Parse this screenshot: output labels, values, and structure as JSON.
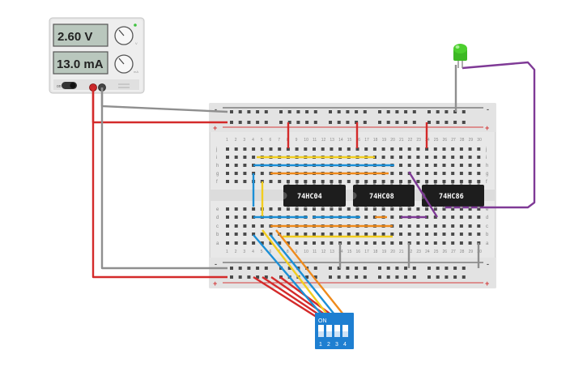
{
  "power_supply": {
    "voltage_display": "2.60 V",
    "current_display": "13.0 mA",
    "on_label": "on",
    "voltage_knob_label": "V",
    "current_knob_label": "mA"
  },
  "chips": [
    {
      "label": "74HC04"
    },
    {
      "label": "74HC08"
    },
    {
      "label": "74HC86"
    }
  ],
  "breadboard": {
    "column_numbers": [
      "1",
      "2",
      "3",
      "4",
      "5",
      "6",
      "7",
      "8",
      "9",
      "10",
      "11",
      "12",
      "13",
      "14",
      "15",
      "16",
      "17",
      "18",
      "19",
      "20",
      "21",
      "22",
      "23",
      "24",
      "25",
      "26",
      "27",
      "28",
      "29",
      "30"
    ],
    "top_rows": [
      "j",
      "i",
      "h",
      "g",
      "f"
    ],
    "bottom_rows": [
      "e",
      "d",
      "c",
      "b",
      "a"
    ],
    "rail_plus": "+",
    "rail_minus": "-"
  },
  "dip_switch": {
    "on_label": "ON",
    "switch_numbers": [
      "1",
      "2",
      "3",
      "4"
    ]
  },
  "colors": {
    "wire_red": "#d42a2a",
    "wire_gray": "#8f8f8f",
    "wire_yellow": "#f2cd1f",
    "wire_blue": "#1c8fd6",
    "wire_orange": "#ee8a1c",
    "wire_purple": "#7f3a96",
    "led_green": "#4ccf2e",
    "dip_blue": "#1e7fd1",
    "chip_black": "#1d1d1d"
  }
}
